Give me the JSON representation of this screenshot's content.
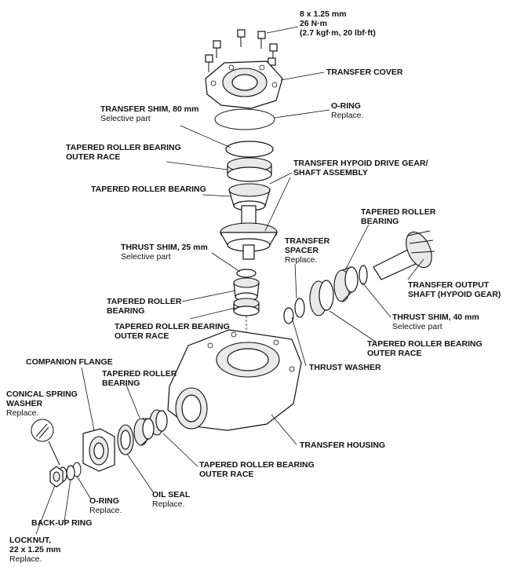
{
  "labels": {
    "bolt_spec": {
      "line1": "8 x 1.25 mm",
      "line2": "26 N·m",
      "line3": "(2.7 kgf·m, 20 lbf·ft)"
    },
    "transfer_cover": "TRANSFER COVER",
    "transfer_shim_80": {
      "name": "TRANSFER SHIM, 80 mm",
      "note": "Selective part"
    },
    "o_ring_top": {
      "name": "O-RING",
      "note": "Replace."
    },
    "outer_race_top": {
      "line1": "TAPERED ROLLER BEARING",
      "line2": "OUTER RACE"
    },
    "hypoid_drive_gear": {
      "line1": "TRANSFER HYPOID DRIVE GEAR/",
      "line2": "SHAFT ASSEMBLY"
    },
    "tapered_bearing_top": "TAPERED ROLLER BEARING",
    "tapered_bearing_right": {
      "line1": "TAPERED ROLLER",
      "line2": "BEARING"
    },
    "thrust_shim_25": {
      "name": "THRUST SHIM, 25 mm",
      "note": "Selective part"
    },
    "transfer_spacer": {
      "line1": "TRANSFER",
      "line2": "SPACER",
      "note": "Replace."
    },
    "output_shaft": {
      "line1": "TRANSFER OUTPUT",
      "line2": "SHAFT (HYPOID GEAR)"
    },
    "tapered_bearing_mid": {
      "line1": "TAPERED ROLLER",
      "line2": "BEARING"
    },
    "thrust_shim_40": {
      "name": "THRUST SHIM, 40 mm",
      "note": "Selective part"
    },
    "outer_race_mid": {
      "line1": "TAPERED ROLLER BEARING",
      "line2": "OUTER RACE"
    },
    "outer_race_right": {
      "line1": "TAPERED ROLLER BEARING",
      "line2": "OUTER RACE"
    },
    "companion_flange": "COMPANION FLANGE",
    "thrust_washer": "THRUST WASHER",
    "tapered_bearing_low": {
      "line1": "TAPERED ROLLER",
      "line2": "BEARING"
    },
    "conical_washer": {
      "line1": "CONICAL SPRING",
      "line2": "WASHER",
      "note": "Replace."
    },
    "transfer_housing": "TRANSFER HOUSING",
    "outer_race_bottom": {
      "line1": "TAPERED ROLLER BEARING",
      "line2": "OUTER RACE"
    },
    "o_ring_bottom": {
      "name": "O-RING",
      "note": "Replace."
    },
    "oil_seal": {
      "name": "OIL SEAL",
      "note": "Replace."
    },
    "backup_ring": "BACK-UP RING",
    "locknut": {
      "line1": "LOCKNUT,",
      "line2": "22 x 1.25 mm",
      "note": "Replace."
    }
  },
  "colors": {
    "ink": "#111111",
    "background": "#ffffff",
    "shade": "#e9e9e9"
  }
}
